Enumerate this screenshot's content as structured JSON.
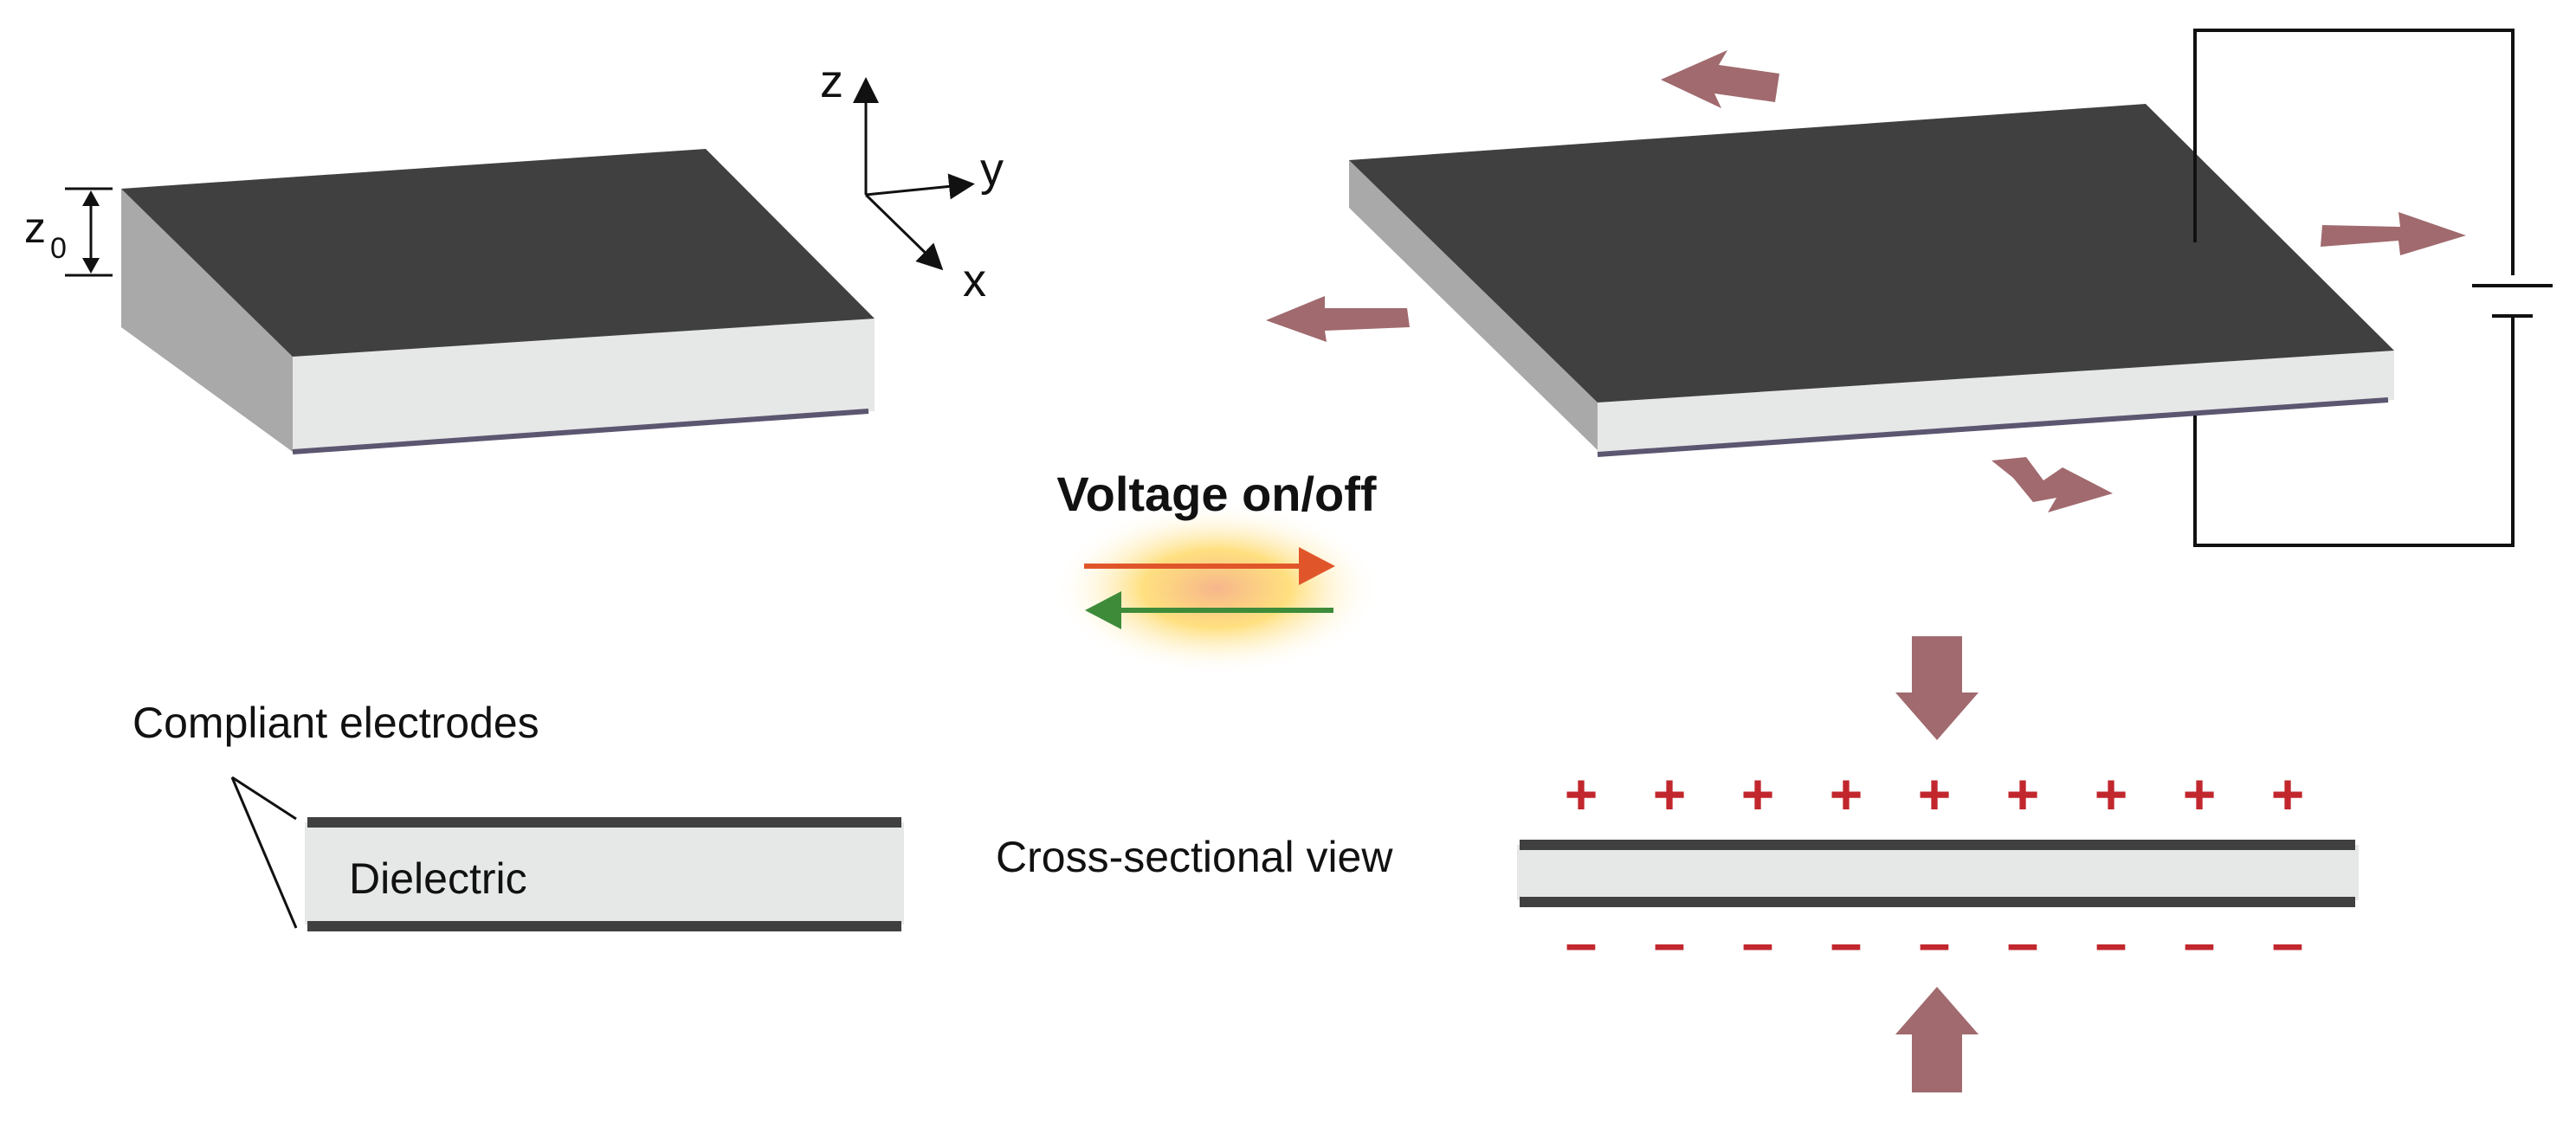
{
  "labels": {
    "voltage": "Voltage on/off",
    "compliant_electrodes": "Compliant electrodes",
    "dielectric": "Dielectric",
    "cross_section": "Cross-sectional view",
    "z0_letter": "z",
    "z0_sub": "0",
    "axis_z": "z",
    "axis_y": "y",
    "axis_x": "x"
  },
  "charges": {
    "positive": [
      "+",
      "+",
      "+",
      "+",
      "+",
      "+",
      "+",
      "+",
      "+"
    ],
    "negative": [
      "–",
      "–",
      "–",
      "–",
      "–",
      "–",
      "–",
      "–",
      "–"
    ]
  },
  "colors": {
    "electrode_dark": "#404040",
    "dielectric_light": "#e6e7e7",
    "dielectric_side": "#a9a9a9",
    "force_arrow": "#a06a6e",
    "charge_red": "#c1272d",
    "arrow_on": "#e0562a",
    "arrow_off": "#3e8b3a",
    "glow": "#ffd24a"
  }
}
